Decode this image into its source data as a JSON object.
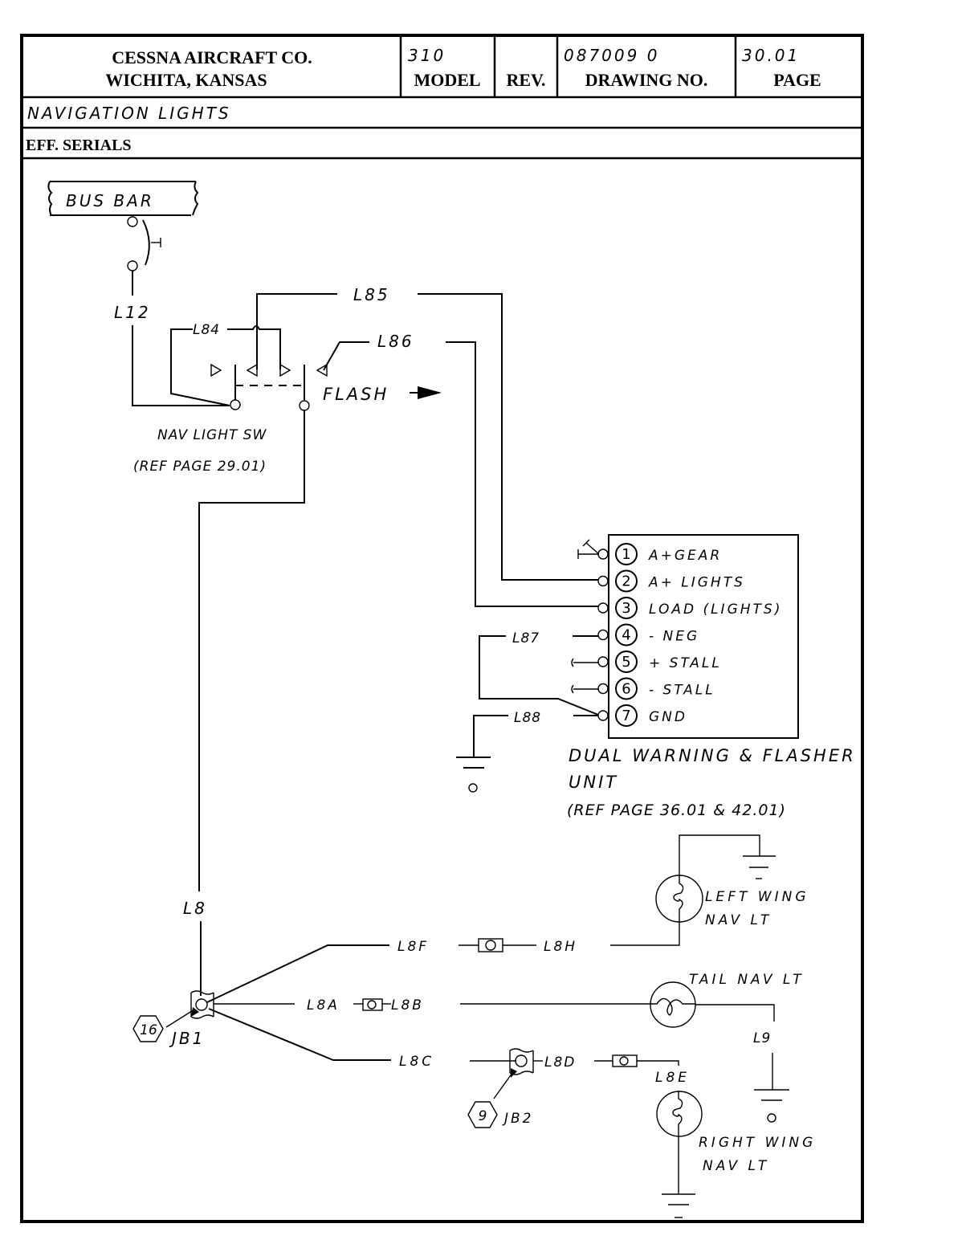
{
  "title_block": {
    "company_line1": "CESSNA AIRCRAFT CO.",
    "company_line2": "WICHITA, KANSAS",
    "model_value": "310",
    "model_label": "MODEL",
    "rev_value": "",
    "rev_label": "REV.",
    "drawing_value": "087009 0",
    "drawing_label": "DRAWING NO.",
    "page_value": "30.01",
    "page_label": "PAGE",
    "subject": "NAVIGATION LIGHTS",
    "eff_serials_label": "EFF. SERIALS"
  },
  "diagram": {
    "bus_bar": "BUS BAR",
    "wires": {
      "l12": "L12",
      "l84": "L84",
      "l85": "L85",
      "l86": "L86",
      "l87": "L87",
      "l88": "L88",
      "l8": "L8",
      "l8a": "L8A",
      "l8b": "L8B",
      "l8c": "L8C",
      "l8d": "L8D",
      "l8e": "L8E",
      "l8f": "L8F",
      "l8h": "L8H",
      "l9": "L9"
    },
    "switch": {
      "flash_label": "FLASH",
      "name": "NAV LIGHT SW",
      "ref": "(REF PAGE 29.01)"
    },
    "flasher_unit": {
      "pins": [
        {
          "num": "1",
          "label": "A+GEAR"
        },
        {
          "num": "2",
          "label": "A+ LIGHTS"
        },
        {
          "num": "3",
          "label": "LOAD (LIGHTS)"
        },
        {
          "num": "4",
          "label": "- NEG"
        },
        {
          "num": "5",
          "label": "+ STALL"
        },
        {
          "num": "6",
          "label": "- STALL"
        },
        {
          "num": "7",
          "label": "GND"
        }
      ],
      "name_line1": "DUAL WARNING & FLASHER",
      "name_line2": "UNIT",
      "ref": "(REF PAGE 36.01 & 42.01)"
    },
    "junctions": {
      "jb1_label": "JB1",
      "jb1_ref": "16",
      "jb2_label": "JB2",
      "jb2_ref": "9"
    },
    "lights": {
      "left_line1": "LEFT WING",
      "left_line2": "NAV LT",
      "tail": "TAIL NAV LT",
      "right_line1": "RIGHT WING",
      "right_line2": "NAV LT"
    }
  }
}
